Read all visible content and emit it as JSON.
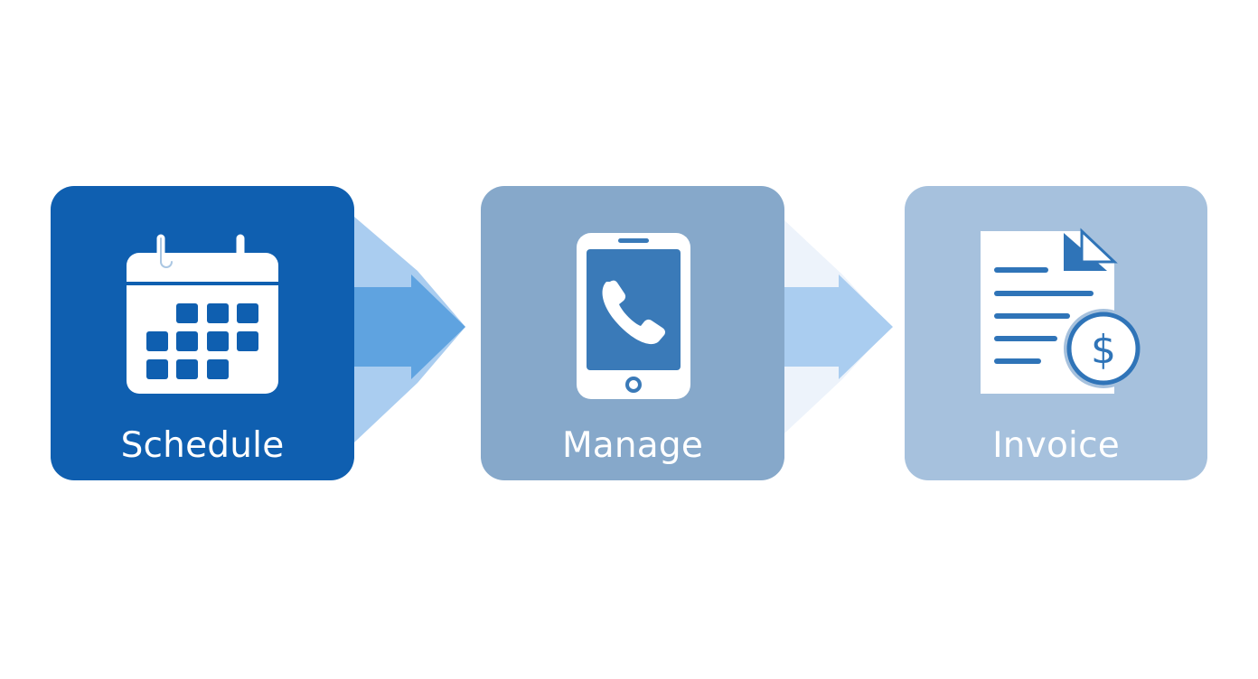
{
  "colors": {
    "background": "#ffffff",
    "schedule_card": "#0f5fb0",
    "manage_card": "#86a8ca",
    "invoice_card": "#a6c1dd",
    "icon_white": "#ffffff",
    "icon_blue": "#2f74b8",
    "arrow_strong": "#5fa3e0",
    "arrow_soft": "#aacdf0",
    "arrow_faint": "#dbe8f6"
  },
  "steps": [
    {
      "label": "Schedule",
      "icon": "calendar-icon"
    },
    {
      "label": "Manage",
      "icon": "smartphone-phone-icon"
    },
    {
      "label": "Invoice",
      "icon": "invoice-dollar-icon"
    }
  ]
}
